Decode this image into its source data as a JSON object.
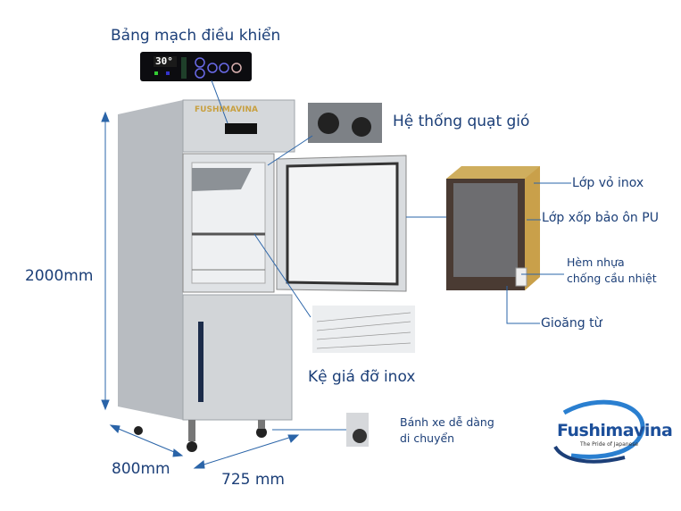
{
  "labels": {
    "control_board": "Bảng mạch điều khiển",
    "fan_system": "Hệ thống quạt gió",
    "shelf": "Kệ giá đỡ inox",
    "wheels_line1": "Bánh xe dễ dàng",
    "wheels_line2": "di chuyển",
    "outer_shell": "Lớp vỏ inox",
    "pu_foam": "Lớp xốp bảo ôn PU",
    "plastic_line1": "Hèm nhựa",
    "plastic_line2": "chống cầu nhiệt",
    "magnetic_gasket": "Gioăng từ"
  },
  "dimensions": {
    "height": "2000mm",
    "depth": "800mm",
    "width": "725 mm"
  },
  "control_panel": {
    "display_value": "30",
    "unit": "°"
  },
  "fridge_brand": "FUSHIMAVINA",
  "logo": {
    "name": "Fushimavina",
    "tagline": "The Pride of Japanese"
  },
  "colors": {
    "text": "#1c3f78",
    "lines": "#2a64a8",
    "steel": "#c9ccd0",
    "foam": "#c9a04a"
  }
}
